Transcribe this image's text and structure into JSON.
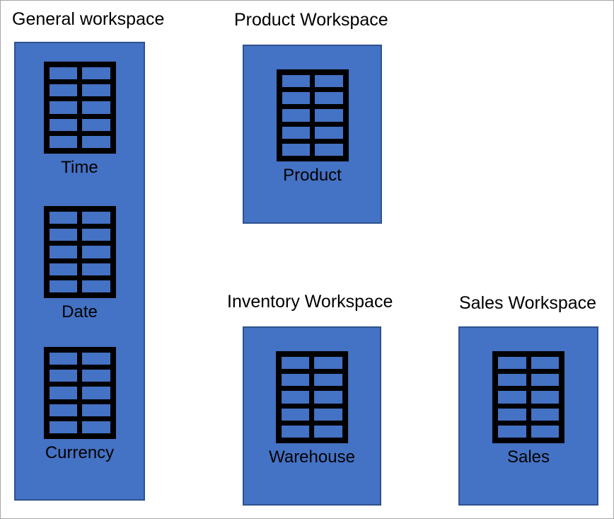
{
  "colors": {
    "workspace_fill": "#4472C4",
    "workspace_border": "#2F528F",
    "icon_color": "#000000",
    "text_color": "#000000",
    "canvas_border": "#a6a6a6",
    "canvas_background": "#ffffff"
  },
  "table_icon": {
    "columns": 2,
    "rows": 5
  },
  "workspaces": [
    {
      "id": "general",
      "title": "General workspace",
      "tables": [
        "Time",
        "Date",
        "Currency"
      ]
    },
    {
      "id": "product",
      "title": "Product Workspace",
      "tables": [
        "Product"
      ]
    },
    {
      "id": "inventory",
      "title": "Inventory Workspace",
      "tables": [
        "Warehouse"
      ]
    },
    {
      "id": "sales",
      "title": "Sales Workspace",
      "tables": [
        "Sales"
      ]
    }
  ]
}
